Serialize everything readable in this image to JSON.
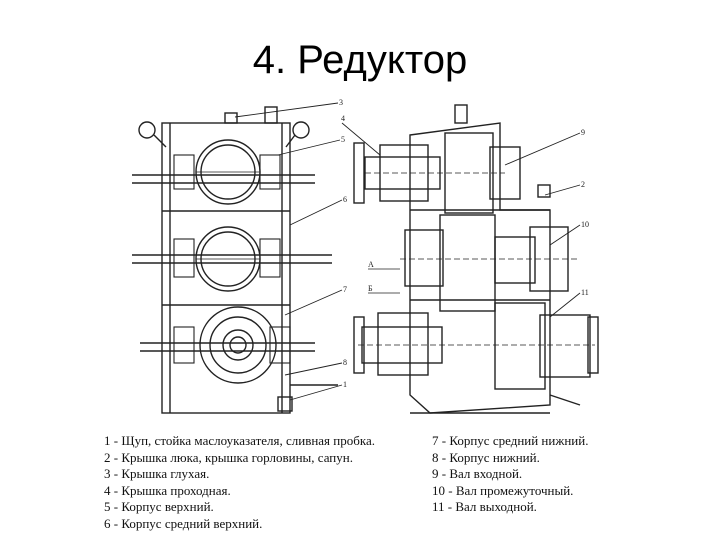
{
  "slide": {
    "title": "4. Редуктор"
  },
  "callouts": [
    "1",
    "2",
    "3",
    "4",
    "5",
    "6",
    "7",
    "8",
    "9",
    "10",
    "11"
  ],
  "section_marks": [
    "А",
    "Б"
  ],
  "legend": {
    "left": [
      "1 - Щуп, стойка маслоуказателя, сливная пробка.",
      "2 - Крышка люка, крышка горловины, сапун.",
      "3 - Крышка глухая.",
      "4 - Крышка проходная.",
      "5 - Корпус верхний.",
      "6 - Корпус средний верхний."
    ],
    "right": [
      "7 - Корпус средний нижний.",
      "8 - Корпус нижний.",
      "9 - Вал входной.",
      "10 - Вал промежуточный.",
      "11 - Вал выходной."
    ]
  }
}
